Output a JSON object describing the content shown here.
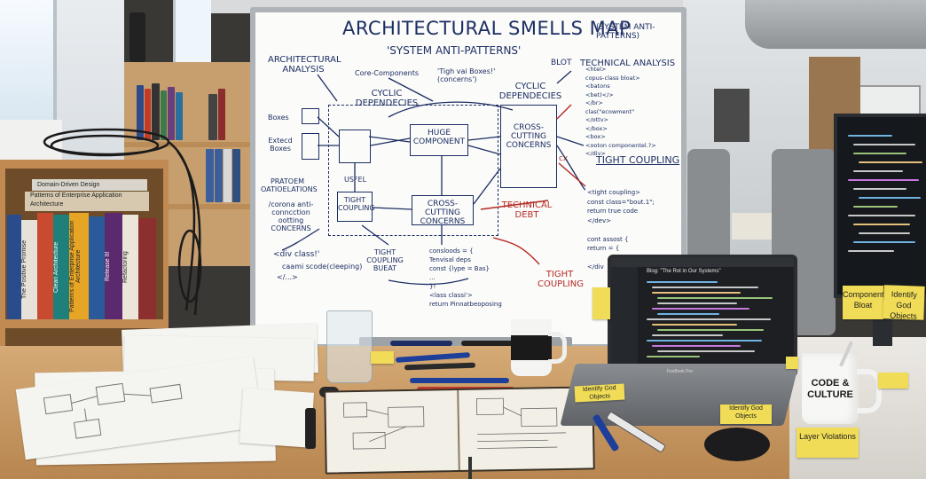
{
  "whiteboard": {
    "title": "ARCHITECTURAL SMELLS MAP",
    "subtitle": "'SYSTEM ANTI-PATTERNS'",
    "corner_note": "(SYSTEM ANTI-PATTERNS)",
    "labels": {
      "architectural_analysis": "ARCHITECTURAL ANALYSIS",
      "core_components": "Core-Components",
      "tight_boxes": "'Tigh vai Boxes!' (concerns')",
      "blot": "BLOT",
      "technical_analysis": "TECHNICAL ANALYSIS",
      "cyclic_dependencies_1": "CYCLIC DEPENDECIES",
      "cyclic_dependencies_2": "CYCLIC DEPENDECIES",
      "boxes": "Boxes",
      "extend_boxes": "Extecd Boxes",
      "huge_component": "HUGE COMPONENT",
      "cross_cutting_1": "CROSS-CUTTING CONCERNS",
      "cross_cutting_2": "CROSS-CUTTING CONCERNS",
      "tight_coupling_box": "TIGHT COUPLING",
      "tight_coupling_right": "TIGHT COUPLING",
      "cx": "cx",
      "technical_debt": "TECHNICAL DEBT",
      "pratoem": "PRATOEM OATIOELATIONS",
      "usfel": "USFEL",
      "corona_note": "/corona anti- conncction ootting CONCERNS",
      "div_class": "<div class!'",
      "cami_code": "caami scode(cleeping)",
      "div_close": "</...>",
      "tight_coupling_bueat": "TIGHT COUPLING BUEAT",
      "tight_coupling_red": "TIGHT COUPLING"
    },
    "code_top_right": [
      "<htel>",
      "copus-class bloat>",
      "<batons",
      "<bet)</>",
      "</br>",
      "clas(\"ecowment\"",
      "</ottv>",
      "</box>",
      "<box>",
      "<ooton componentel.?>",
      "</div>"
    ],
    "code_mid_right": [
      "<tight coupling>",
      "const class=\"bout.1\";",
      "return true code",
      "</dev>",
      "",
      "cont assost {",
      "return = {",
      "",
      "</div"
    ],
    "code_bottom_center": [
      "consloods = {",
      "Tenvisal deps",
      "const {lype = Bas}",
      "...",
      "}!",
      "<lass classi'>",
      "return Pinnatbeoposing"
    ]
  },
  "books": {
    "flat_1": "Domain-Driven Design",
    "flat_2": "Patterns of Enterprise Application Architecture",
    "spine_1": "The Positive Promise",
    "spine_2": "Clean Architecture",
    "spine_3": "Patterns of Enterprise Application Architecture",
    "spine_4": "Release It!",
    "spine_5": "Refactoring"
  },
  "stickies": {
    "component_bloat": "Component Bloat",
    "identify_god_objects": "Identify God Objects",
    "identify_god_objects_2": "Identify God Objects",
    "layer_violations": "Layer Violations"
  },
  "mug": {
    "text": "CODE & CULTURE"
  },
  "laptop": {
    "editor_title": "Blog: \"The Rot in Our Systems\"",
    "brand": "FoxBook Pro"
  },
  "colors": {
    "ink_blue": "#1c2e63",
    "ink_red": "#b42a24",
    "desk": "#c99a62",
    "sticky": "#f0dc56"
  }
}
